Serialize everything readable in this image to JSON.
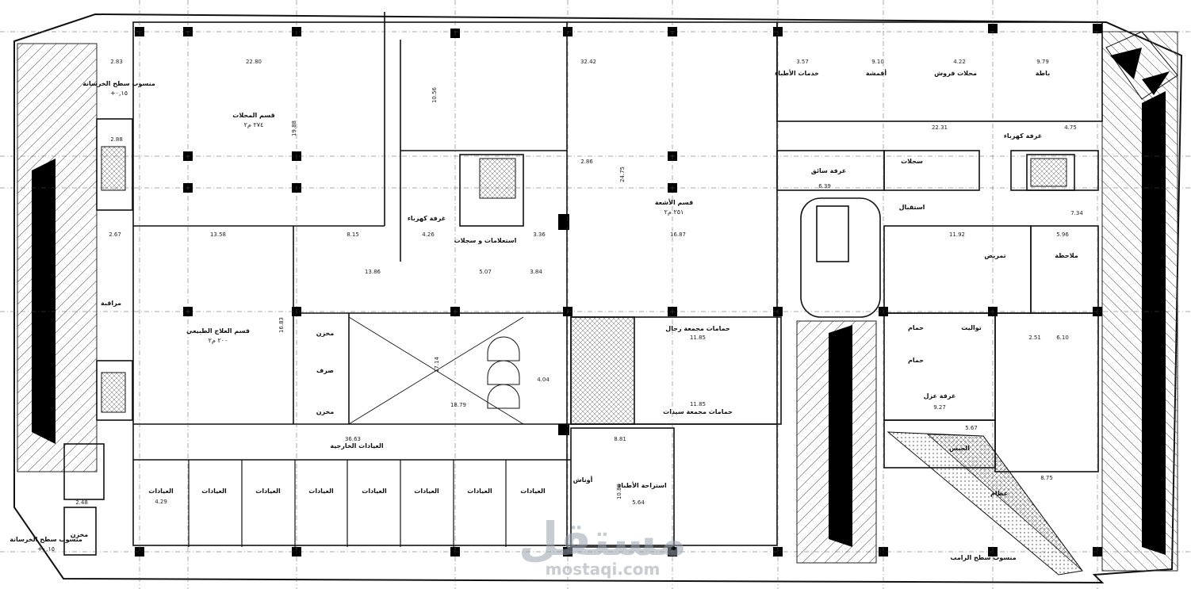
{
  "plan": {
    "rooms": {
      "retail_mall": "قسم المحلات",
      "retail_area": "٢٧٤ م٢",
      "cosmetics": "قسم الأشعة",
      "cosmetics_area": "٢٥١ م٢",
      "natural_therapy": "قسم العلاج الطبيعي",
      "natural_therapy_area": "٢٠٠ م٢",
      "store_1": "مخزن",
      "store_2": "مخزن",
      "store_3": "مخزن",
      "corridor": "صرف",
      "reception": "استعلامات و سجلات",
      "electric_room_1": "غرفة كهرباء",
      "electric_room_2": "غرفة كهرباء",
      "escalator": "أوناش",
      "men_wc": "حمامات مجمعة رجال",
      "women_wc": "حمامات مجمعة سيدات",
      "doctors_rest": "استراحة الأطباء",
      "clinics": "العيادات",
      "external_clinics": "العيادات الخارجية",
      "services": "خدمات الأطباء",
      "textiles": "أقمشة",
      "shop": "محلات فروش",
      "bank": "باطة",
      "security": "مراقبة",
      "driver_room": "غرفة سائق",
      "records": "سجلات",
      "reception_2": "استقبال",
      "nurse": "تمريض",
      "observation": "ملاحظة",
      "bathroom": "حمام",
      "isolation_room": "غرفة عزل",
      "plaster": "الجبس",
      "bones": "عظام",
      "toilets": "تواليت",
      "roof_slab_1": "منسوب سطح الخرسانة",
      "roof_slab_2": "منسوب سطح الخرسانة",
      "level_1": "+٠,١٥",
      "level_2": "+٠,١٥",
      "ramp": "منسوب سطح الرامب",
      "watermark": "مستقل",
      "watermark_url": "mostaqi.com"
    },
    "dimensions": {
      "d1": "2.83",
      "d2": "22.80",
      "d3": "32.42",
      "d4": "3.57",
      "d5": "9.10",
      "d6": "4.22",
      "d7": "9.79",
      "d8": "13.58",
      "d9": "8.15",
      "d10": "16.87",
      "d11": "4.26",
      "d12": "3.36",
      "d13": "13.86",
      "d14": "5.07",
      "d15": "3.84",
      "d16": "11.85",
      "d17": "11.85",
      "d18": "36.63",
      "d19": "18.79",
      "d20": "8.81",
      "d21": "4.29",
      "d22": "22.31",
      "d23": "4.75",
      "d24": "11.92",
      "d25": "5.96",
      "d26": "9.27",
      "d27": "8.75",
      "d28": "7.34",
      "d29": "6.39",
      "d30": "2.86",
      "d31": "10.56",
      "d32": "24.75",
      "d33": "16.83",
      "d34": "19.88",
      "d35": "17.14",
      "d36": "5.64",
      "d37": "10.89",
      "d38": "6.10",
      "d39": "4.04",
      "d40": "2.67",
      "d41": "2.88",
      "d42": "2.48",
      "d43": "5.67",
      "d44": "2.51"
    }
  },
  "colors": {
    "line": "#111111",
    "column": "#000000",
    "grid": "#333333",
    "watermark": "#9aa4b0"
  }
}
